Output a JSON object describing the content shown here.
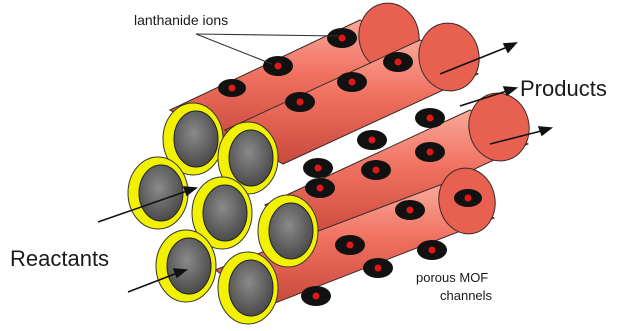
{
  "labels": {
    "ions": "lanthanide ions",
    "products": "Products",
    "reactants": "Reactants",
    "channels_line1": "porous MOF",
    "channels_line2": "channels"
  },
  "colors": {
    "tube_body": "#f07060",
    "tube_highlight": "#f8a090",
    "tube_shadow": "#c84a3c",
    "rim": "#f2f200",
    "bore": "#6e6e6e",
    "ion_site": "#111111",
    "ion_core": "#e01818",
    "arrow": "#111111"
  }
}
